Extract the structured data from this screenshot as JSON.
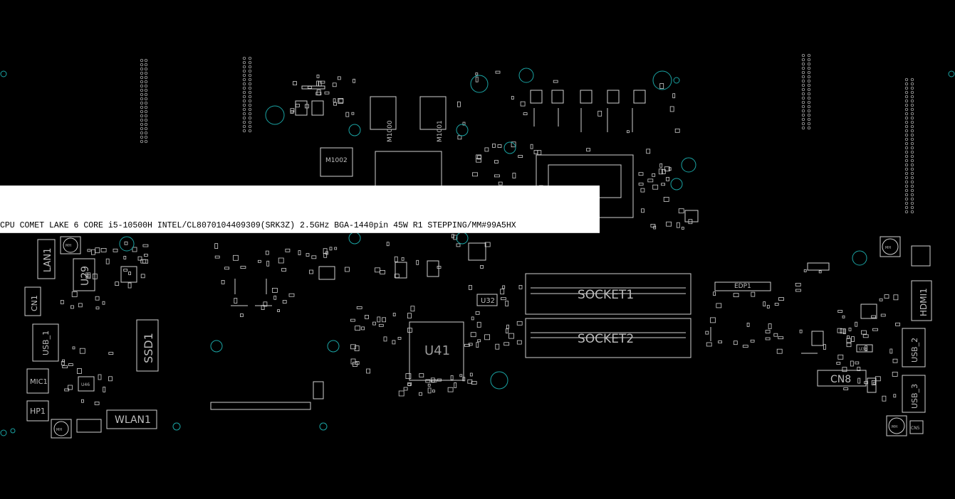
{
  "board": {
    "background": "#000000",
    "outline_color": "#cfcfcf",
    "via_color": "#1aa3a3",
    "components": {
      "lan1": "LAN1",
      "u29": "U29",
      "cn1": "CN1",
      "usb1": "USB_1",
      "ssd1": "SSD1",
      "mic1": "MIC1",
      "hp1": "HP1",
      "wlan1": "WLAN1",
      "u46": "U46",
      "m1000": "M1000",
      "m1001": "M1001",
      "m1002": "M1002",
      "socket1": "SOCKET1",
      "socket2": "SOCKET2",
      "u41": "U41",
      "u32": "U32",
      "edp1": "EDP1",
      "hdmi1": "HDMI1",
      "usb2": "USB_2",
      "usb3": "USB_3",
      "cn8": "CN8",
      "u38": "U38",
      "cn5": "CN5",
      "mh": "MH"
    }
  },
  "tooltip": {
    "text": "CPU COMET LAKE 6 CORE i5-10500H INTEL/CL8070104409309(SRK3Z) 2.5GHz BGA-1440pin 45W R1 STEPPING/MM#99A5HX"
  }
}
